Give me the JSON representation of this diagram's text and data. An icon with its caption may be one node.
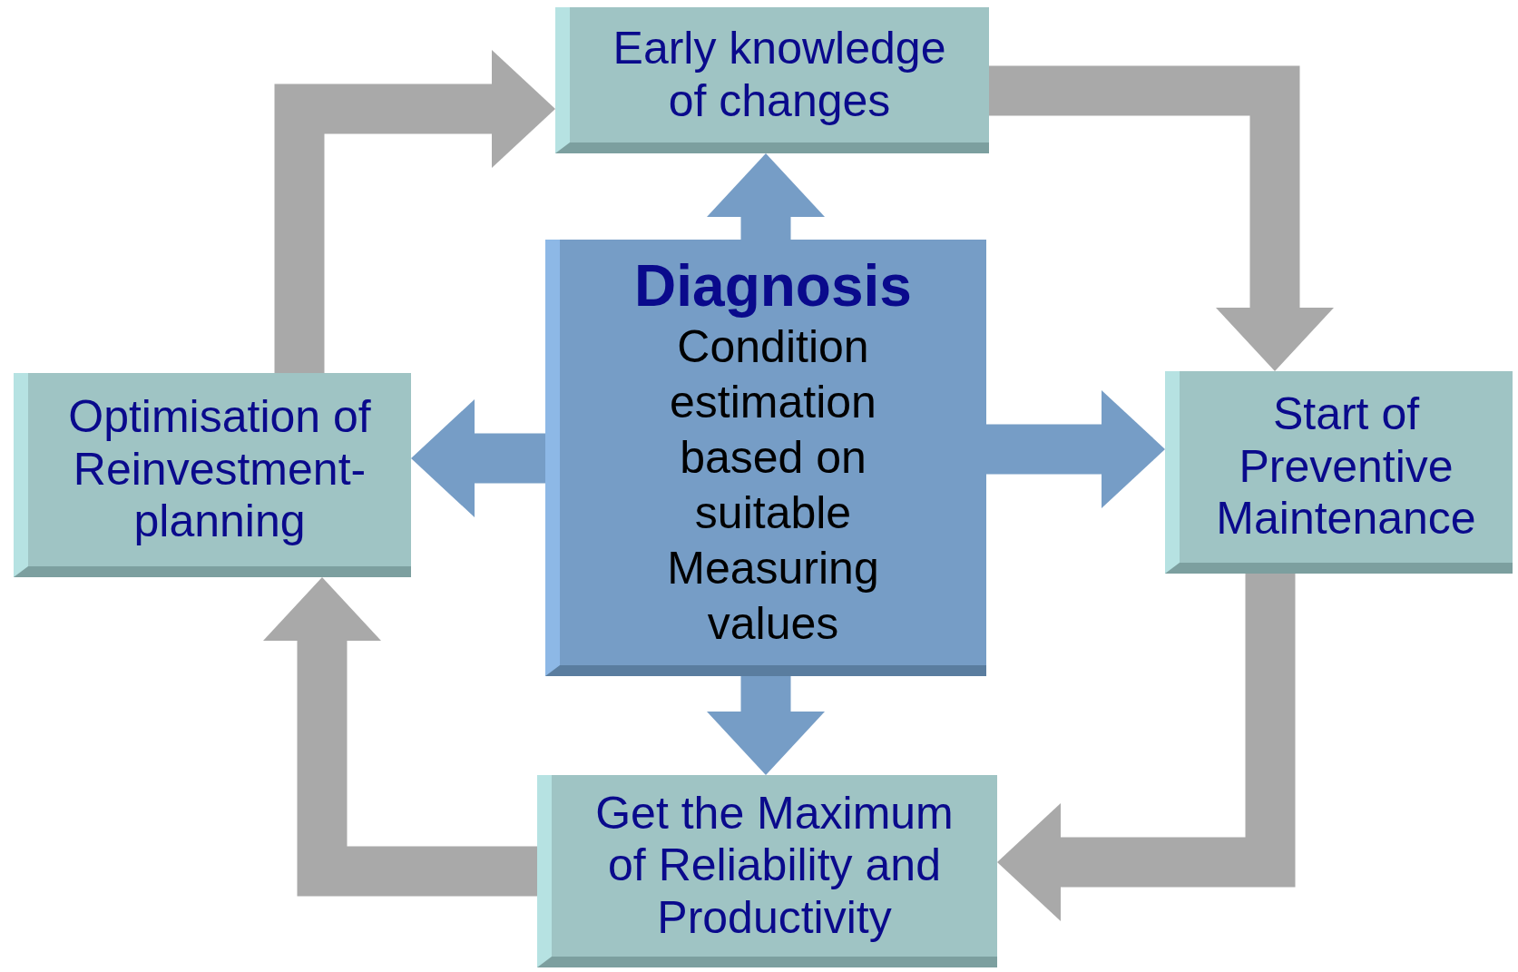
{
  "diagram": {
    "nodes": [
      {
        "text": [
          "Diagnosis",
          "Condition estimation based on suitable Measuring values"
        ]
      },
      {
        "text": [
          "Early knowledge of changes"
        ]
      },
      {
        "text": [
          "Start of Preventive Maintenance"
        ]
      },
      {
        "text": [
          "Get the Maximum of Reliability and Productivity"
        ]
      },
      {
        "text": [
          "Optimisation of Reinvestment-planning"
        ]
      }
    ],
    "edges": [
      {
        "from": 0,
        "to": 1,
        "arrow": "to",
        "color": "#769dc6"
      },
      {
        "from": 0,
        "to": 2,
        "arrow": "to",
        "color": "#769dc6"
      },
      {
        "from": 0,
        "to": 3,
        "arrow": "to",
        "color": "#769dc6"
      },
      {
        "from": 0,
        "to": 4,
        "arrow": "to",
        "color": "#769dc6"
      },
      {
        "from": 4,
        "to": 1,
        "arrow": "to",
        "color": "#a9a9a9"
      },
      {
        "from": 1,
        "to": 2,
        "arrow": "to",
        "color": "#a9a9a9"
      },
      {
        "from": 2,
        "to": 3,
        "arrow": "to",
        "color": "#a9a9a9"
      },
      {
        "from": 3,
        "to": 4,
        "arrow": "to",
        "color": "#a9a9a9"
      }
    ]
  }
}
